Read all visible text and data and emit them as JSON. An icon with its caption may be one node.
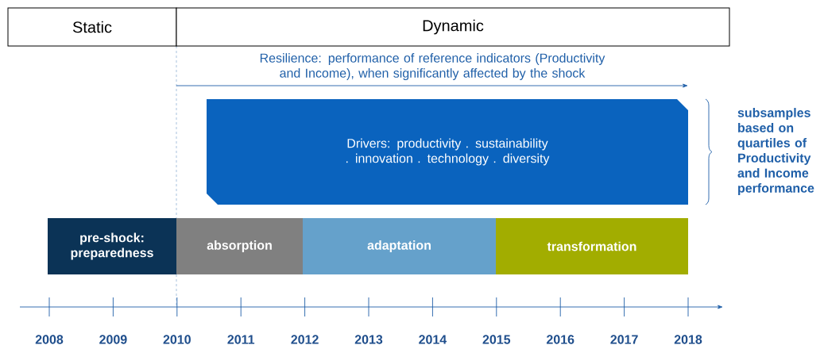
{
  "diagram": {
    "nodes": [
      {
        "text": [
          "Static"
        ]
      },
      {
        "text": [
          "Dynamic"
        ]
      },
      {
        "text": [
          "Drivers: productivity . sustainability . innovation . technology . diversity"
        ]
      },
      {
        "text": [
          "pre-shock: preparedness"
        ]
      },
      {
        "text": [
          "absorption"
        ]
      },
      {
        "text": [
          "adaptation"
        ]
      },
      {
        "text": [
          "transformation"
        ]
      }
    ],
    "labels": [
      "Resilience: performance of reference indicators (Productivity and Income), when significantly affected by the shock",
      "subsamples based on quartiles of Productivity and Income performance",
      "2008",
      "2009",
      "2010",
      "2011",
      "2012",
      "2013",
      "2014",
      "2015",
      "2016",
      "2017",
      "2018"
    ]
  }
}
